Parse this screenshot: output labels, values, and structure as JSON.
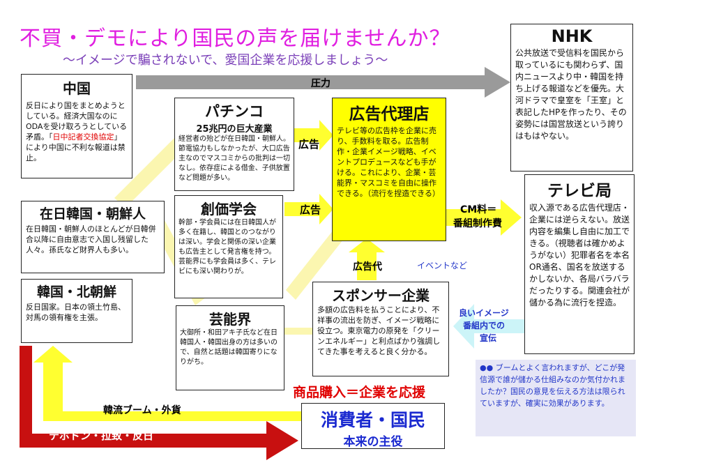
{
  "header": {
    "title": "不買・デモにより国民の声を届けませんか？",
    "subtitle": "～イメージで騙されないで、愛国企業を応援しましょう～"
  },
  "nodes": {
    "china": {
      "title": "中国",
      "body_before": "反日により国をまとめようとしている。経済大国なのにODAを受け取ろうとしている矛盾。「",
      "body_red": "日中記者交換協定",
      "body_after": "」により中国に不利な報道は禁止。"
    },
    "pachinko": {
      "title": "パチンコ",
      "subtitle": "25兆円の巨大産業",
      "body": "経営者の殆どが在日韓国・朝鮮人。節電協力もしなかったが、大口広告主なのでマスコミからの批判は一切なし。依存症による借金、子供放置など問題が多い。"
    },
    "agency": {
      "title": "広告代理店",
      "body": "テレビ等の広告枠を企業に売り、手数料を取る。広告制作・企業イメージ戦略、イベントプロデュースなども手がける。これにより、企業・芸能界・マスコミを自由に操作できる。（流行を捏造できる）"
    },
    "nhk": {
      "title": "NHK",
      "body": "公共放送で受信料を国民から取っているにも関わらず、国内ニュースより中・韓国を持ち上げる報道などを優先。大河ドラマで皇室を「王室」と表記したHPを作ったり、その姿勢には国営放送という誇りはもはやない。"
    },
    "zainichi": {
      "title": "在日韓国・朝鮮人",
      "body": "在日韓国・朝鮮人のほとんどが日韓併合以降に自由意志で入国し残留した人々。孫氏など財界人も多い。"
    },
    "soka": {
      "title": "創価学会",
      "body": "幹部・学会員には在日韓国人が多く在籍し、韓国とのつながりは深い。学会と関係の深い企業も広告主として発言権を持つ。芸能界にも学会員は多く、テレビにも深い関わりが。"
    },
    "tv": {
      "title": "テレビ局",
      "body": "収入源である広告代理店・企業には逆らえない。放送内容を編集し自由に加工できる。（視聴者は確かめようがない）犯罪者名を本名OR通名、国名を放送するかしないか、各局バラバラだったりする。関連会社が儲かる為に流行を捏造。"
    },
    "korea": {
      "title": "韓国・北朝鮮",
      "body": "反日国家。日本の領土竹島、対馬の領有権を主張。"
    },
    "geinou": {
      "title": "芸能界",
      "body": "大御所・和田アキ子氏など在日韓国人・韓国出身の方は多いので、自然と話題は韓国寄りになりがち。"
    },
    "sponsor": {
      "title": "スポンサー企業",
      "body": "多額の広告料を払うことにより、不祥事の流出を防ぎ、イメージ戦略に役立つ。東京電力の原発を「クリーンエネルギー」と利点ばかり強調してきた事を考えると良く分かる。"
    },
    "consumer": {
      "title": "消費者・国民",
      "subtitle": "本来の主役"
    }
  },
  "labels": {
    "pressure": "圧力",
    "ad1": "広告",
    "ad2": "広告",
    "cm_line1": "CM料＝",
    "cm_line2": "番組制作費",
    "ad_fee": "広告代",
    "event": "イベントなど",
    "good_image_1": "良いイメージ",
    "good_image_2": "番組内での",
    "good_image_3": "宣伝",
    "buy_a": "商品購入",
    "buy_b": "＝",
    "buy_c": "企業を応援",
    "hanryu": "韓流ブーム・外貨",
    "taepodong": "テポドン・拉致・反日"
  },
  "note": {
    "bullets": "●●",
    "text": " ブームとよく言われますが、どこが発信源で誰が儲かる仕組みなのか気付かれましたか？国民の意見を伝える方法は限られていますが、確実に効果があります。"
  },
  "colors": {
    "title_magenta": "#e01ee0",
    "subtitle_purple": "#7a3fb8",
    "agency_yellow": "#ffff00",
    "consumer_blue": "#1b2ad0",
    "good_image_bg": "#ccf4f8",
    "note_bg": "#e6e6f6",
    "arrow_red": "#c81010",
    "arrow_yellow": "#ffff30",
    "arrow_gray": "#9a9a9a"
  }
}
